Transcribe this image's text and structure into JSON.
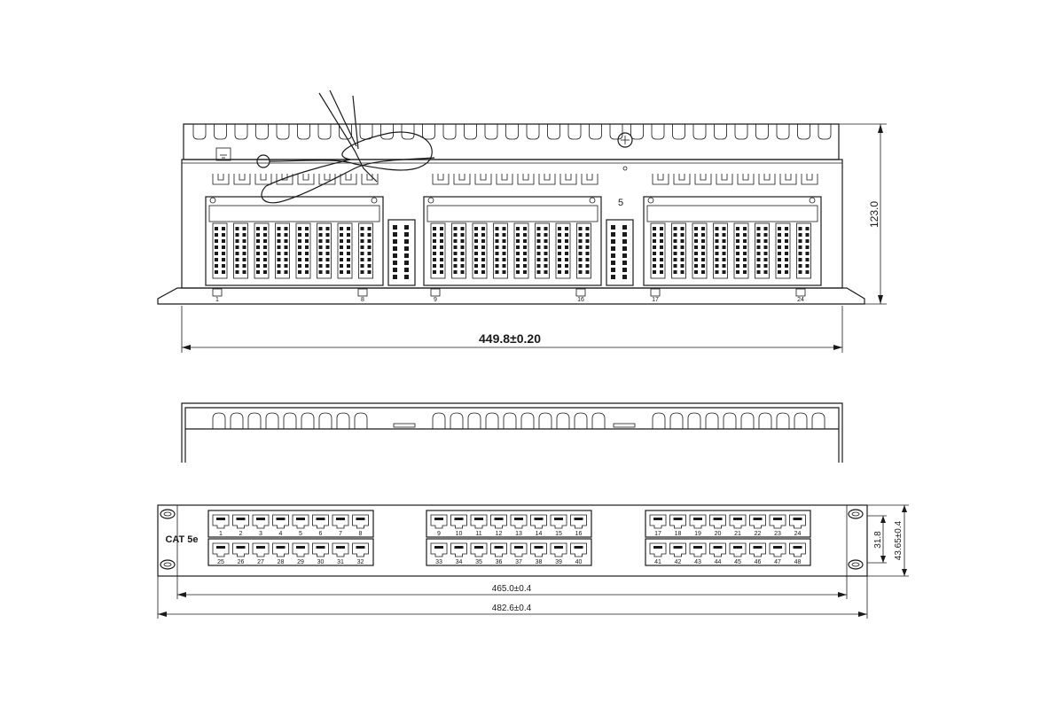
{
  "top_view": {
    "width_dimension": "449.8±0.20",
    "height_dimension": "123.0",
    "module_label": "5",
    "block_numbers": [
      "1",
      "8",
      "9",
      "16",
      "17",
      "24"
    ]
  },
  "front_view": {
    "label": "CAT 5e",
    "panel_width_dimension": "465.0±0.4",
    "overall_width_dimension": "482.6±0.4",
    "port_pitch_dimension": "31.8",
    "panel_height_dimension": "43.65±0.4",
    "port_rows": [
      {
        "groups": [
          [
            "1",
            "2",
            "3",
            "4",
            "5",
            "6",
            "7",
            "8"
          ],
          [
            "9",
            "10",
            "11",
            "12",
            "13",
            "14",
            "15",
            "16"
          ],
          [
            "17",
            "18",
            "19",
            "20",
            "21",
            "22",
            "23",
            "24"
          ]
        ]
      },
      {
        "groups": [
          [
            "25",
            "26",
            "27",
            "28",
            "29",
            "30",
            "31",
            "32"
          ],
          [
            "33",
            "34",
            "35",
            "36",
            "37",
            "38",
            "39",
            "40"
          ],
          [
            "41",
            "42",
            "43",
            "44",
            "45",
            "46",
            "47",
            "48"
          ]
        ]
      }
    ]
  }
}
